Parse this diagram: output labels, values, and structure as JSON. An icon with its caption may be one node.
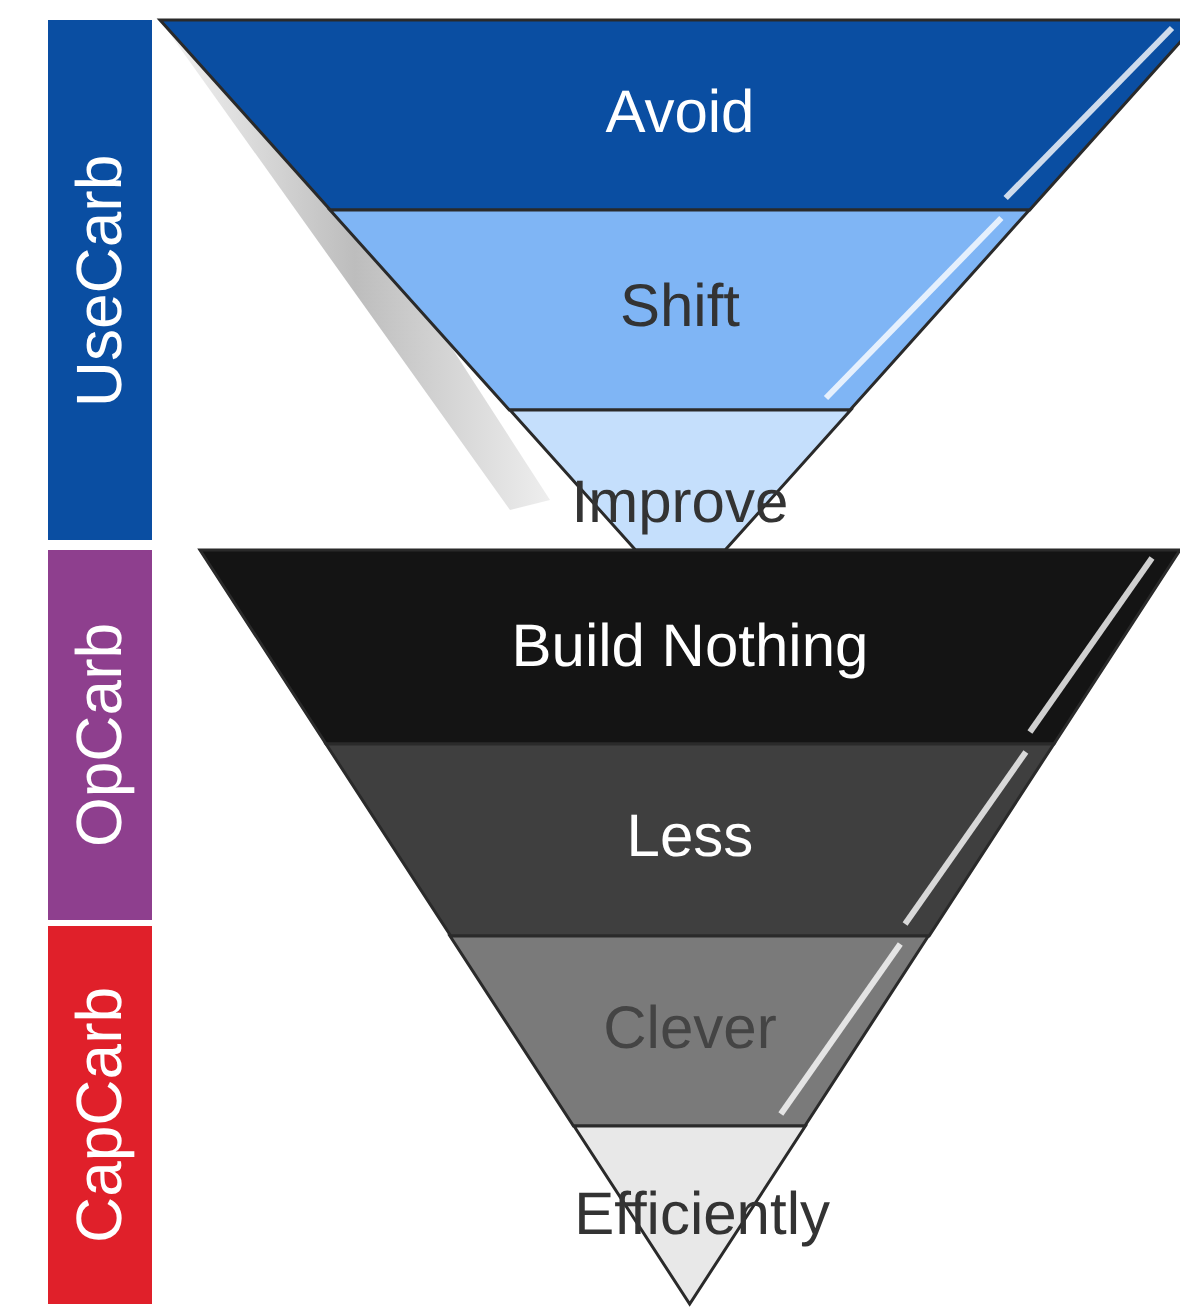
{
  "diagram": {
    "nodes": [
      {
        "text": [
          "UseCarb"
        ]
      },
      {
        "text": [
          "OpCarb"
        ]
      },
      {
        "text": [
          "CapCarb"
        ]
      },
      {
        "text": [
          "Avoid"
        ]
      },
      {
        "text": [
          "Shift"
        ]
      },
      {
        "text": [
          "Improve"
        ]
      },
      {
        "text": [
          "Build Nothing"
        ]
      },
      {
        "text": [
          "Less"
        ]
      },
      {
        "text": [
          "Clever"
        ]
      },
      {
        "text": [
          "Efficiently"
        ]
      }
    ]
  }
}
